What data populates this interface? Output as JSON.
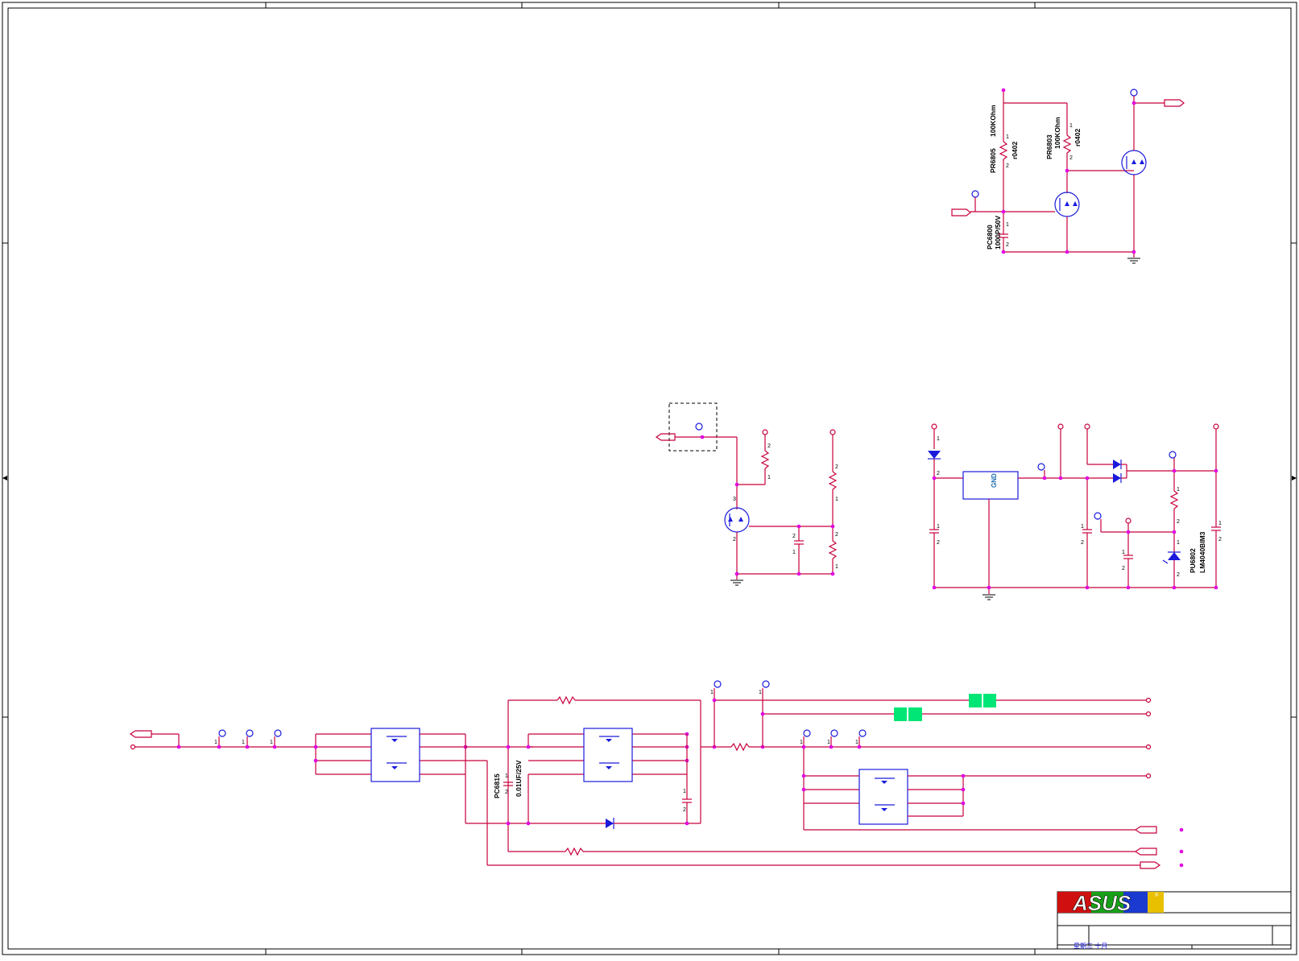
{
  "labels": {
    "pr6805": "PR6805",
    "pr6805_value": "100KOhm",
    "pr6805_pkg": "r0402",
    "pr6803": "PR6803",
    "pr6803_value": "100KOhm",
    "pr6803_pkg": "r0402",
    "pc6800": "PC6800",
    "pc6800_value": "1000P/50V",
    "pu6802": "PU6802",
    "pu6802_part": "LM4040BIM3",
    "pc6815": "PC6815",
    "pc6815_value": "0.01UF/25V",
    "gnd_block": "GND"
  },
  "title_block": {
    "logo": "ASUS",
    "date": "星期三 十月"
  },
  "colors": {
    "wire": "#c8003c",
    "component": "#1a1adc",
    "junction": "#e000e0",
    "ferrite": "#00e676"
  }
}
